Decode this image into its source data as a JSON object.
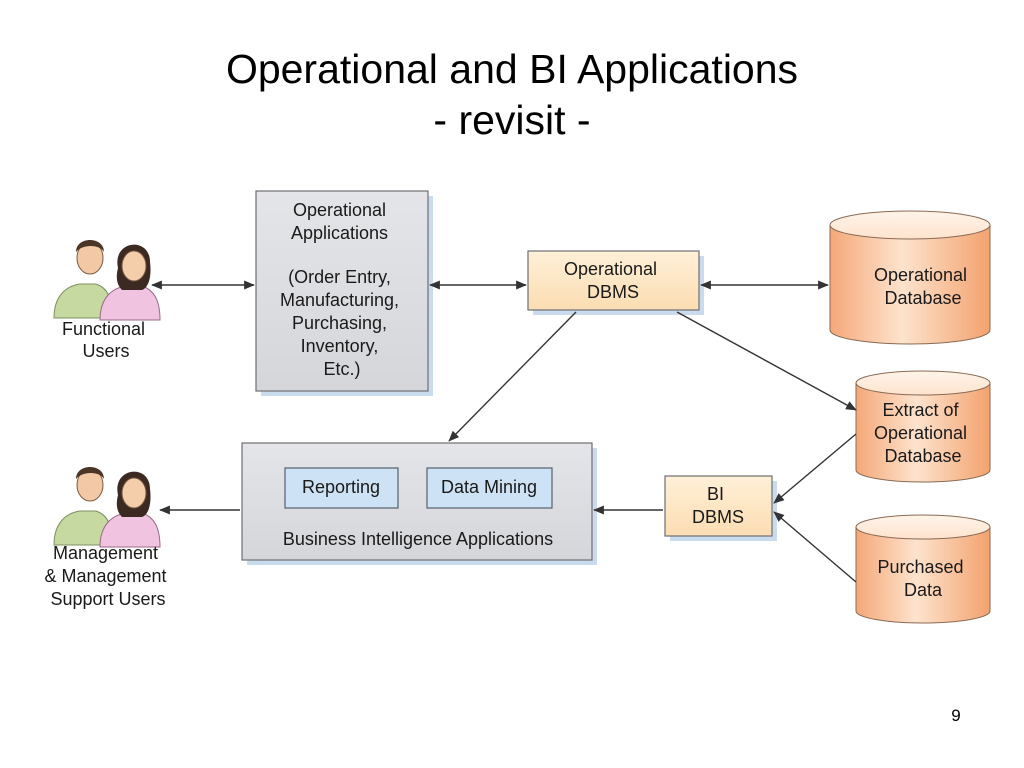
{
  "slide": {
    "title": "Operational and BI Applications",
    "subtitle": "- revisit -",
    "page_number": "9"
  },
  "users": {
    "functional": [
      "Functional",
      "Users"
    ],
    "management": [
      "Management",
      "& Management",
      "Support Users"
    ]
  },
  "operational_applications": {
    "lines": [
      "Operational",
      "Applications",
      "",
      "(Order Entry,",
      "Manufacturing,",
      "Purchasing,",
      "Inventory,",
      "Etc.)"
    ]
  },
  "operational_dbms": {
    "lines": [
      "Operational",
      "DBMS"
    ]
  },
  "bi_dbms": {
    "lines": [
      "BI",
      "DBMS"
    ]
  },
  "bi_applications": {
    "reporting": "Reporting",
    "data_mining": "Data Mining",
    "label": "Business Intelligence Applications"
  },
  "databases": {
    "operational": [
      "Operational",
      "Database"
    ],
    "extract": [
      "Extract of",
      "Operational",
      "Database"
    ],
    "purchased": [
      "Purchased",
      "Data"
    ]
  },
  "colors": {
    "gray_box": "#dcdde0",
    "dbms_box": "#fde6c4",
    "inner_box": "#cde2f5",
    "cylinder_light": "#fde3cd",
    "cylinder_mid": "#f8bd92",
    "cylinder_dark": "#f0a06a",
    "arrow": "#333333"
  }
}
